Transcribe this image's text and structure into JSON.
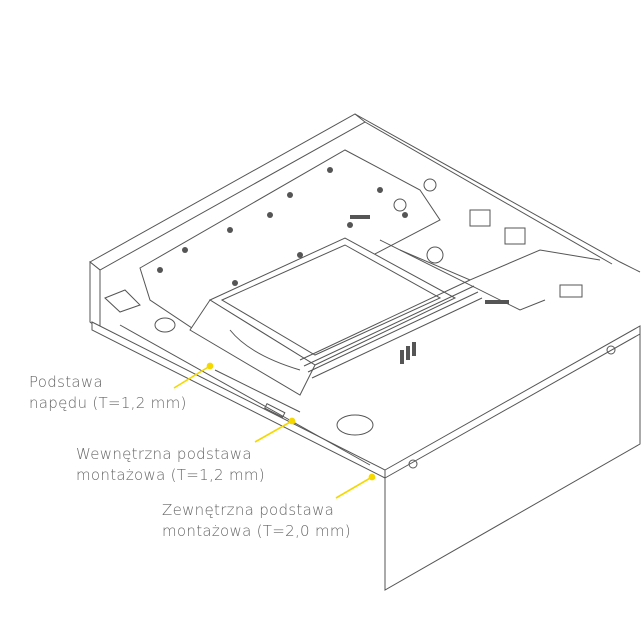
{
  "callouts": [
    {
      "line1": "Podstawa",
      "line2": "napędu (T=1,2 mm)"
    },
    {
      "line1": "Wewnętrzna podstawa",
      "line2": "montażowa (T=1,2 mm)"
    },
    {
      "line1": "Zewnętrzna podstawa",
      "line2": "montażowa (T=2,0 mm)"
    }
  ],
  "colors": {
    "leader": "#f5d800",
    "text": "#666666",
    "drawing": "#555555"
  }
}
